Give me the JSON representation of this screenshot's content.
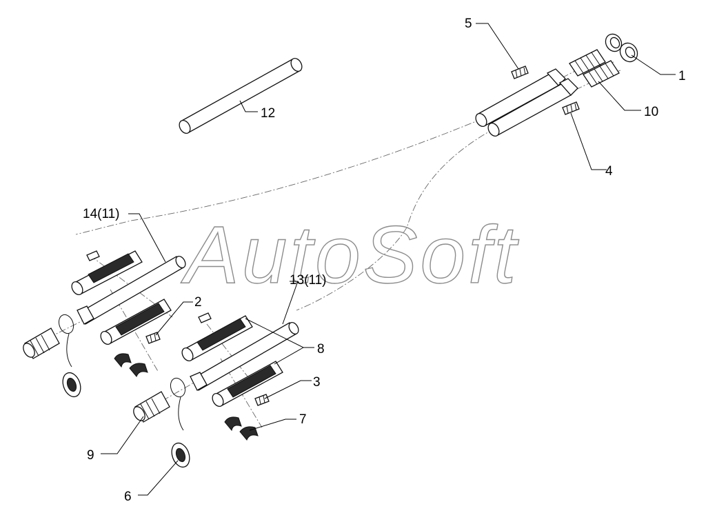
{
  "watermark": "AutoSoft",
  "callouts": {
    "c1": "1",
    "c2": "2",
    "c3": "3",
    "c4": "4",
    "c5": "5",
    "c6": "6",
    "c7": "7",
    "c8": "8",
    "c9": "9",
    "c10": "10",
    "c12": "12",
    "c13": "13(11)",
    "c14": "14(11)"
  },
  "colors": {
    "line": "#111111",
    "watermark": "#8c8c8c",
    "background": "#ffffff"
  }
}
